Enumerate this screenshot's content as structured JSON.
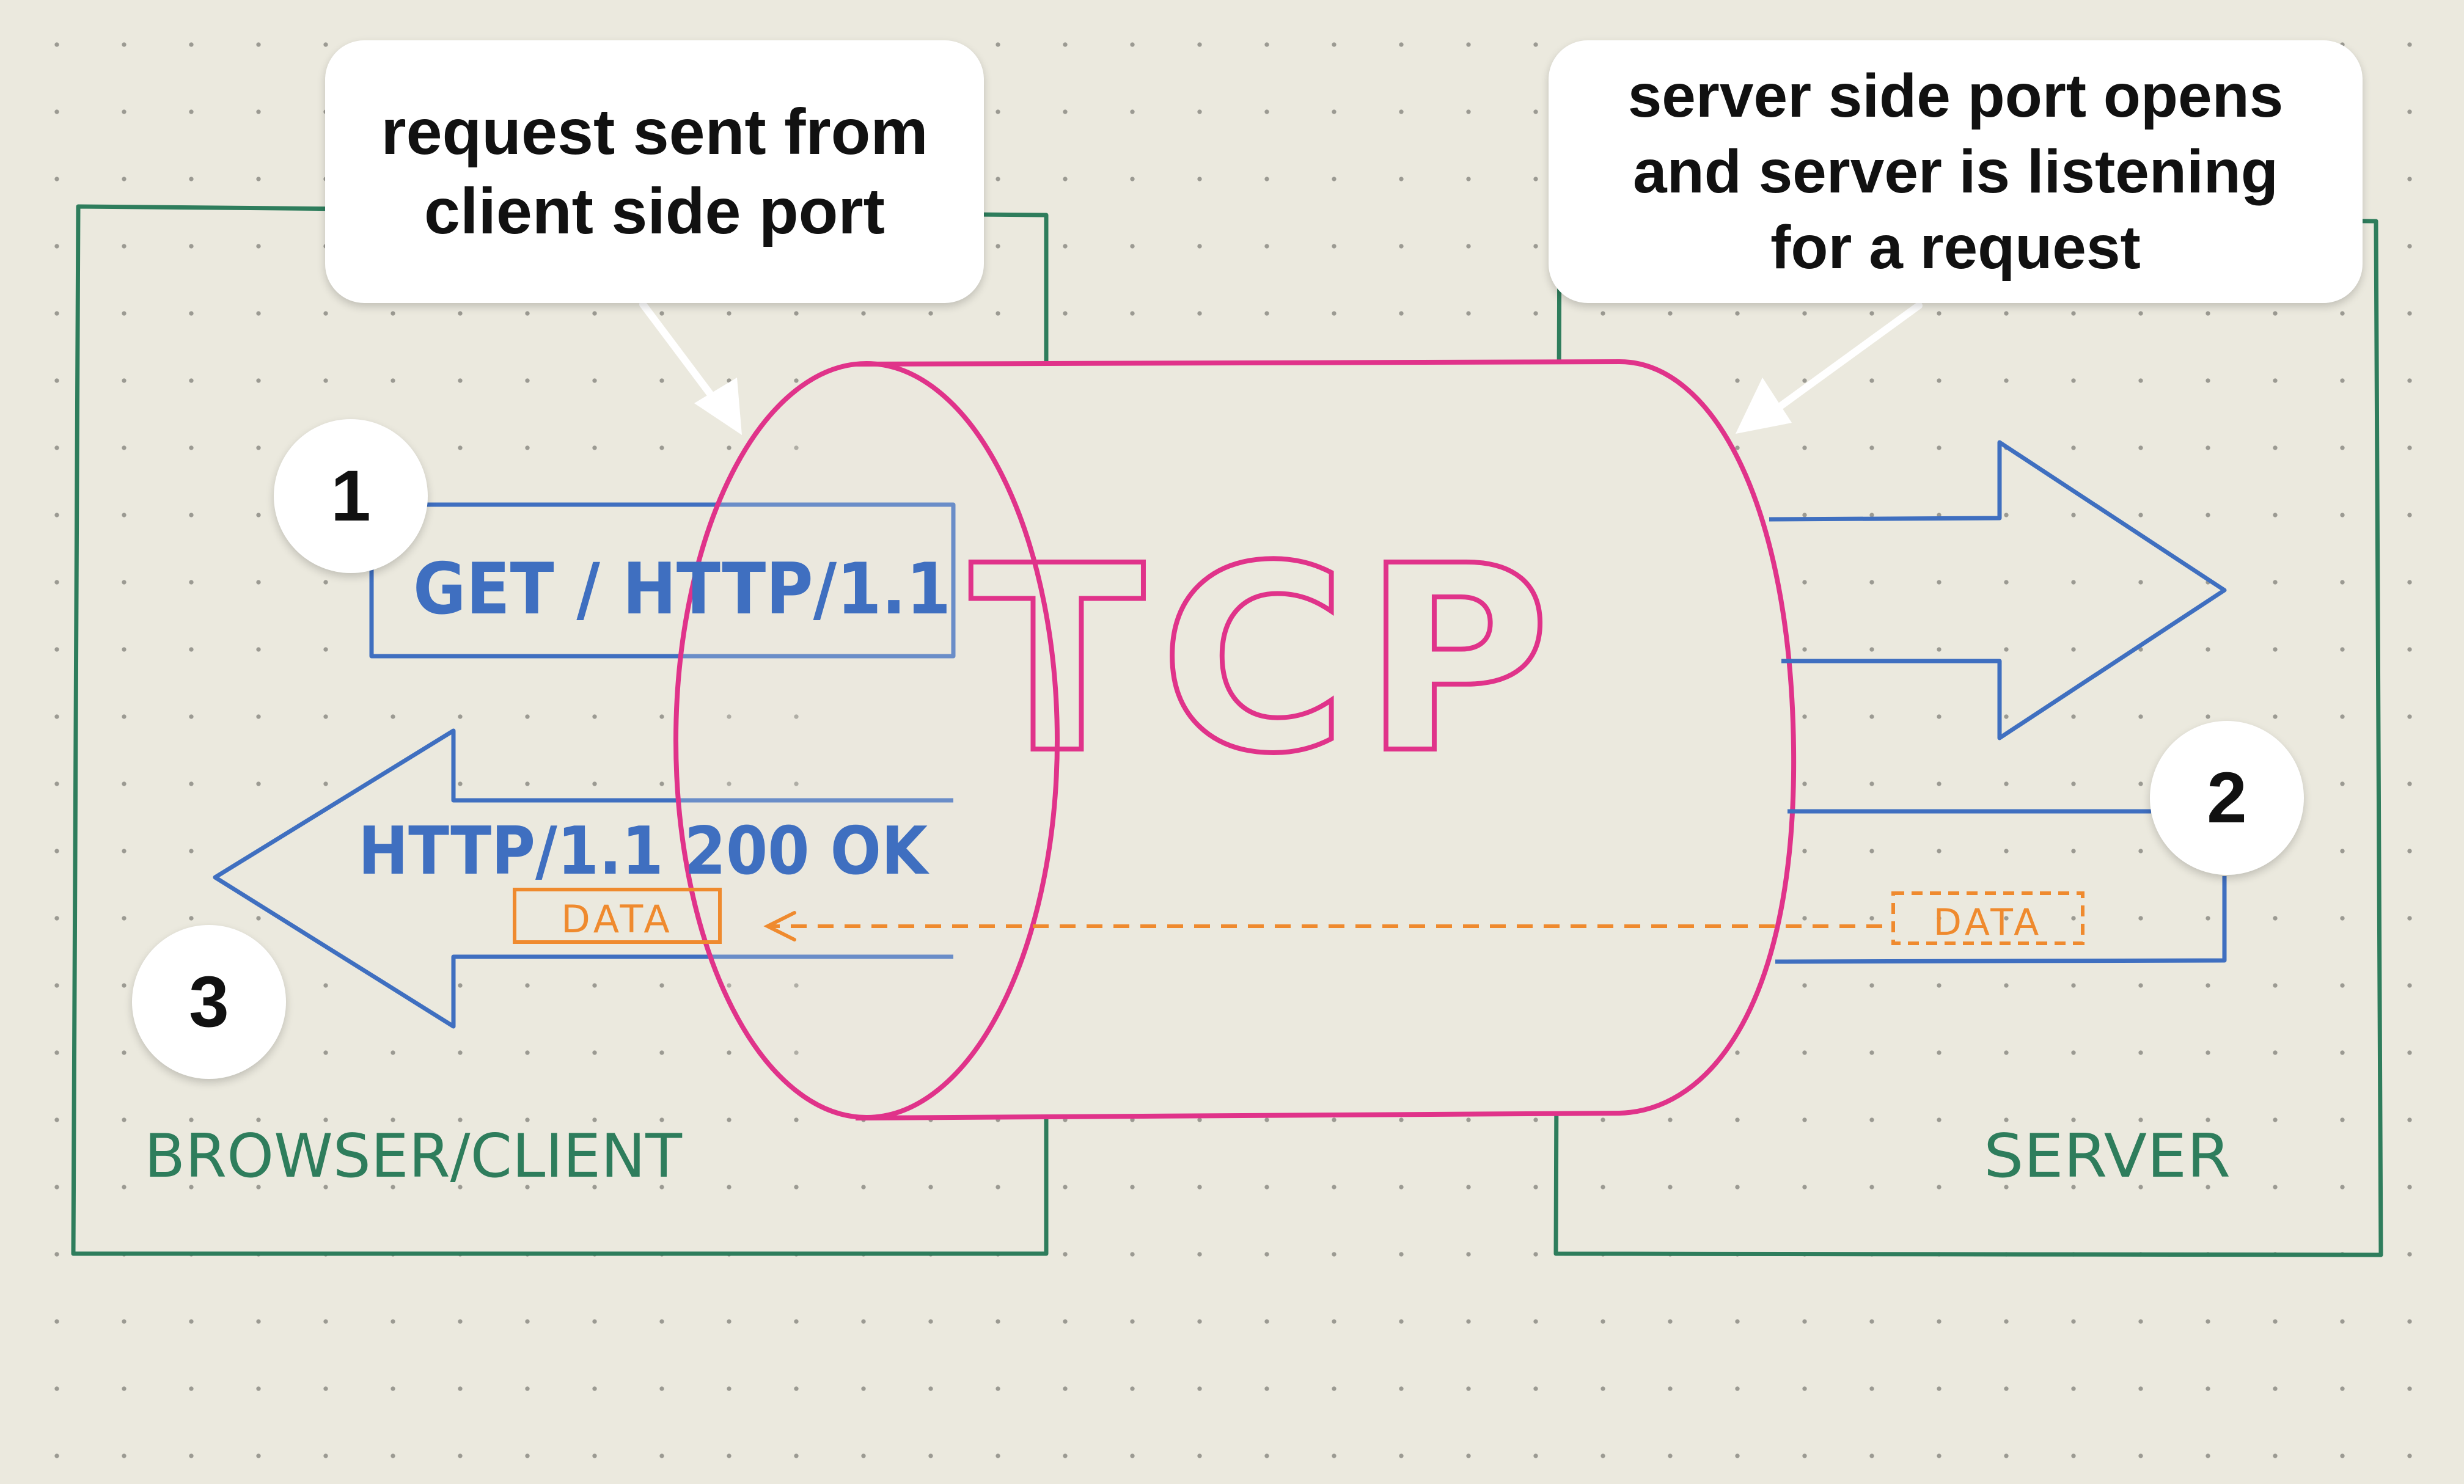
{
  "callouts": {
    "client_port": "request sent from\nclient side port",
    "server_port": "server side port opens\nand server is listening\nfor a request"
  },
  "steps": [
    "1",
    "2",
    "3"
  ],
  "messages": {
    "request": "GET / HTTP/1.1",
    "response": "HTTP/1.1 200 OK",
    "data_client": "DATA",
    "data_server": "DATA"
  },
  "tunnel_label": "TCP",
  "boxes": {
    "client": "BROWSER/CLIENT",
    "server": "SERVER"
  },
  "colors": {
    "paper": "#ebe9de",
    "box_outline": "#2e7d5c",
    "arrow_blue": "#3f6fc0",
    "tcp_pink": "#e0338a",
    "data_orange": "#ef8a2e"
  }
}
